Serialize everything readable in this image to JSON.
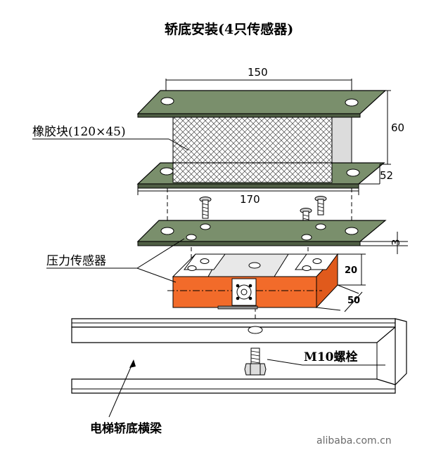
{
  "title": "轿底安装(4只传感器)",
  "dimensions": {
    "top_width": "150",
    "height": "60",
    "plate_width": "52",
    "bottom_width": "170",
    "plate_thickness": "3",
    "sensor_height": "20",
    "sensor_width": "50"
  },
  "labels": {
    "rubber_block": "橡胶块(120×45)",
    "pressure_sensor": "压力传感器",
    "bolt": "M10螺栓",
    "beam": "电梯轿底横梁"
  },
  "watermark": "alibaba.com.cn",
  "colors": {
    "plate": "#7a8f6c",
    "sensor": "#f26b2a",
    "background": "#ffffff"
  }
}
